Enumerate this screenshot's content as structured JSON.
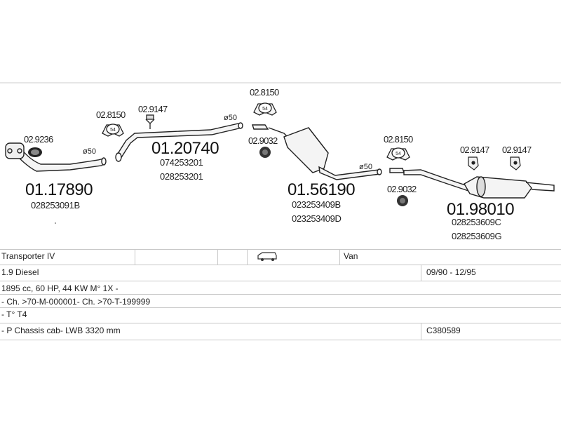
{
  "parts": {
    "p1": {
      "number": "01.17890",
      "oem": [
        "028253091B"
      ]
    },
    "p2": {
      "number": "01.20740",
      "oem": [
        "074253201",
        "028253201"
      ]
    },
    "p3": {
      "number": "01.56190",
      "oem": [
        "023253409B",
        "023253409D"
      ]
    },
    "p4": {
      "number": "01.98010",
      "oem": [
        "028253609C",
        "028253609G"
      ]
    }
  },
  "accessories": {
    "a_9236": "02.9236",
    "a_8150_1": "02.8150",
    "a_9147_1": "02.9147",
    "a_8150_2": "02.8150",
    "a_9032_1": "02.9032",
    "a_8150_3": "02.8150",
    "a_9032_2": "02.9032",
    "a_9147_2": "02.9147",
    "a_9147_3": "02.9147"
  },
  "diameters": {
    "d1": "ø50",
    "d2": "ø50",
    "d3": "ø50"
  },
  "clamp_size": "54",
  "vehicle": {
    "model": "Transporter IV",
    "body": "Van",
    "engine": "1.9 Diesel",
    "years": "09/90 - 12/95",
    "spec": "1895 cc, 60 HP, 44 KW M° 1X -",
    "chassis": "- Ch. >70-M-000001- Ch. >70-T-199999",
    "type": "- T° T4",
    "variant": "- P Chassis cab- LWB 3320 mm",
    "code": "C380589"
  },
  "icons": {
    "vehicle": "van-icon",
    "flange": "flange-gasket-icon",
    "clamp": "clamp-54-icon",
    "hanger": "rubber-hanger-icon",
    "ring": "rubber-ring-icon",
    "bracket": "bracket-icon"
  }
}
